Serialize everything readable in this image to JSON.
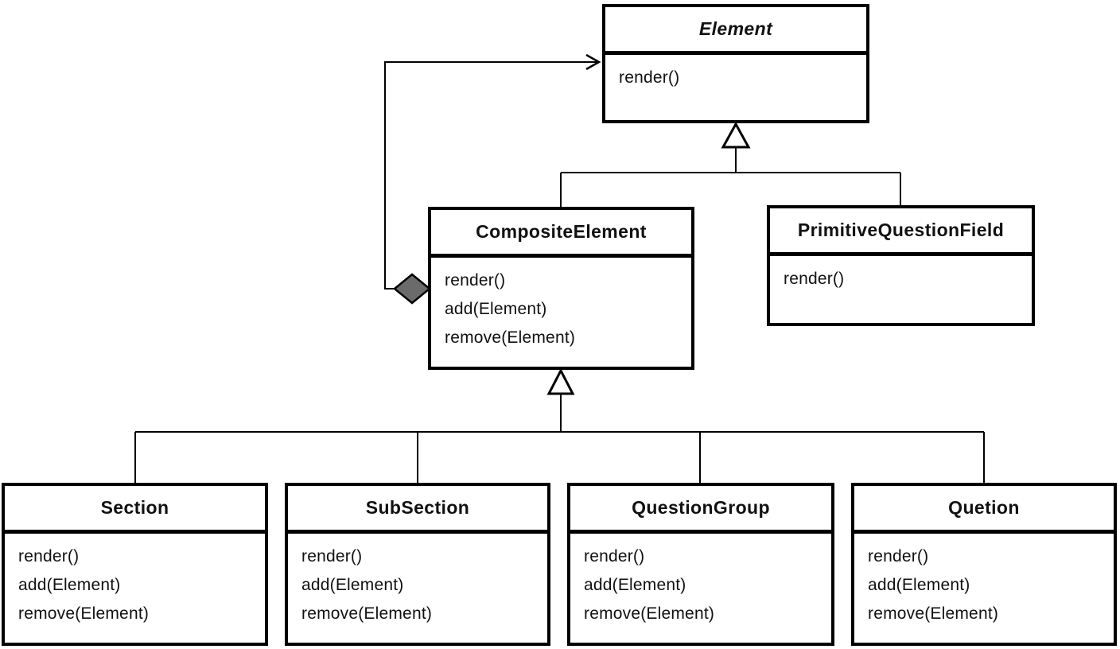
{
  "diagram": {
    "colors": {
      "line": "#000000",
      "box_background": "#ffffff",
      "diamond_fill": "#6b6b6b",
      "text": "#111111"
    },
    "classes": [
      {
        "name": "Element",
        "abstract": true,
        "methods": [
          "render()"
        ]
      },
      {
        "name": "CompositeElement",
        "abstract": false,
        "methods": [
          "render()",
          "add(Element)",
          "remove(Element)"
        ]
      },
      {
        "name": "PrimitiveQuestionField",
        "abstract": false,
        "methods": [
          "render()"
        ]
      },
      {
        "name": "Section",
        "abstract": false,
        "methods": [
          "render()",
          "add(Element)",
          "remove(Element)"
        ]
      },
      {
        "name": "SubSection",
        "abstract": false,
        "methods": [
          "render()",
          "add(Element)",
          "remove(Element)"
        ]
      },
      {
        "name": "QuestionGroup",
        "abstract": false,
        "methods": [
          "render()",
          "add(Element)",
          "remove(Element)"
        ]
      },
      {
        "name": "Quetion",
        "abstract": false,
        "methods": [
          "render()",
          "add(Element)",
          "remove(Element)"
        ]
      }
    ],
    "relations": [
      {
        "type": "generalization",
        "from": "CompositeElement",
        "to": "Element"
      },
      {
        "type": "generalization",
        "from": "PrimitiveQuestionField",
        "to": "Element"
      },
      {
        "type": "generalization",
        "from": "Section",
        "to": "CompositeElement"
      },
      {
        "type": "generalization",
        "from": "SubSection",
        "to": "CompositeElement"
      },
      {
        "type": "generalization",
        "from": "QuestionGroup",
        "to": "CompositeElement"
      },
      {
        "type": "generalization",
        "from": "Quetion",
        "to": "CompositeElement"
      },
      {
        "type": "composition",
        "from": "CompositeElement",
        "to": "Element"
      }
    ]
  }
}
